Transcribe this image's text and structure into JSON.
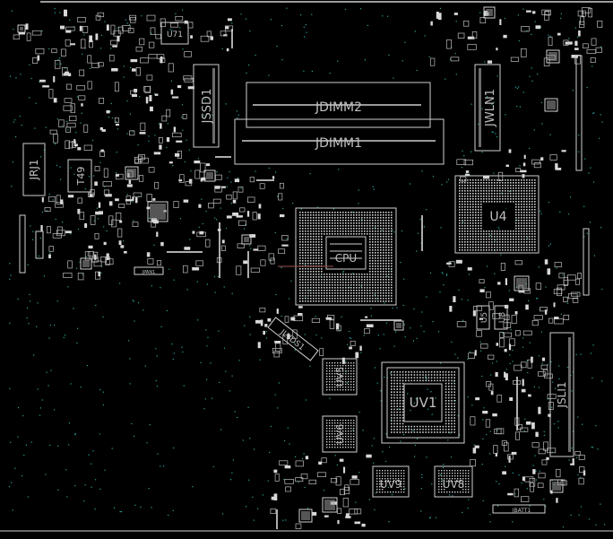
{
  "labels": {
    "u71": "U71",
    "jssd1": "JSSD1",
    "jdimm2": "JDIMM2",
    "jdimm1": "JDIMM1",
    "jwln1": "JWLN1",
    "jrj1": "JRJ1",
    "t49": "T49",
    "u4": "U4",
    "u5": "U5",
    "u8": "U8",
    "uv5": "UV5",
    "uv1": "UV1",
    "uv6": "UV6",
    "uv9": "UV9",
    "uv8": "UV8",
    "jsli1": "JSLI1",
    "jlvds1": "JLVDS1",
    "jbatt1": "JBATT1",
    "jpan1": "JPAN1",
    "cpu": "CPU"
  },
  "colors": {
    "background": "#000000",
    "outline": "#cfcfcf",
    "pad": "#d8d8d8",
    "via": "#2aa6a0",
    "label": "#bfbfbf"
  }
}
